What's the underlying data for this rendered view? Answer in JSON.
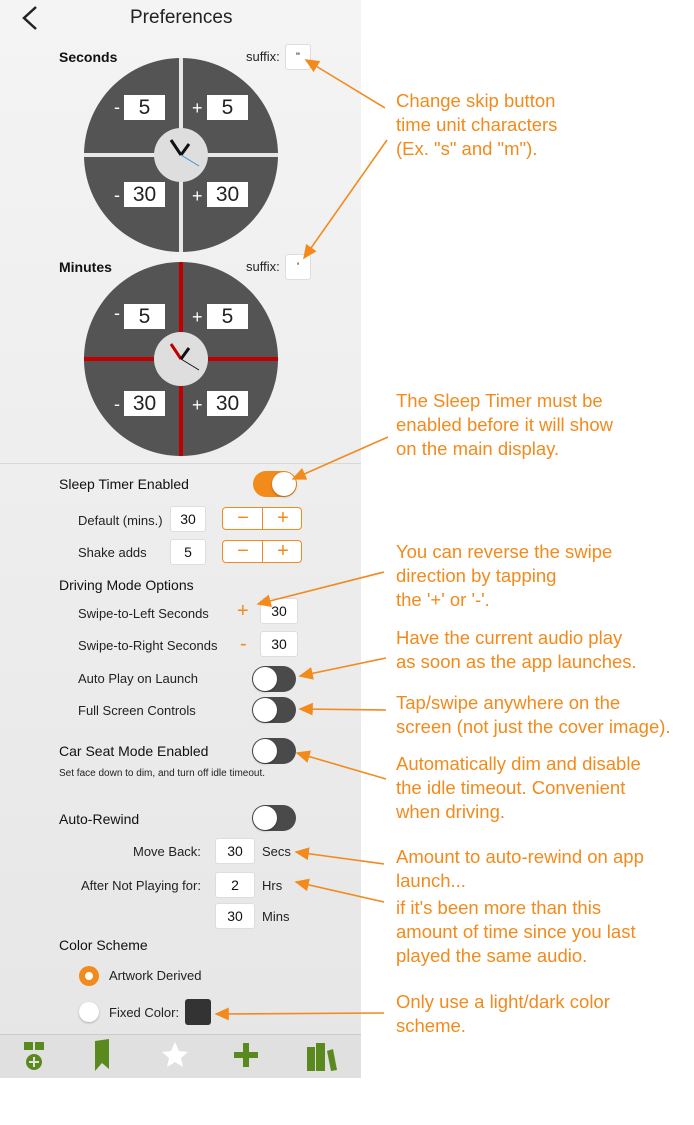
{
  "header": {
    "back_icon": "chevron-left-icon",
    "title": "Preferences"
  },
  "seconds": {
    "label": "Seconds",
    "suffix_label": "suffix:",
    "suffix_value": "\"",
    "minus_small": "-",
    "plus_small": "+",
    "small_value": "5",
    "minus_large": "-",
    "plus_large": "+",
    "large_value": "30"
  },
  "minutes": {
    "label": "Minutes",
    "suffix_label": "suffix:",
    "suffix_value": "'",
    "minus_small": "-",
    "plus_small": "+",
    "small_value": "5",
    "minus_large": "-",
    "plus_large": "+",
    "large_value": "30"
  },
  "sleep": {
    "label": "Sleep Timer Enabled",
    "enabled": true,
    "default_label": "Default (mins.)",
    "default_value": "30",
    "shake_label": "Shake adds",
    "shake_value": "5",
    "minus": "−",
    "plus": "+"
  },
  "driving": {
    "heading": "Driving Mode Options",
    "left_label": "Swipe-to-Left Seconds",
    "left_sign": "+",
    "left_value": "30",
    "right_label": "Swipe-to-Right Seconds",
    "right_sign": "-",
    "right_value": "30",
    "autoplay_label": "Auto Play on Launch",
    "fullscreen_label": "Full Screen Controls"
  },
  "carseat": {
    "label": "Car Seat Mode Enabled",
    "sub": "Set face down to dim, and turn off idle timeout."
  },
  "rewind": {
    "label": "Auto-Rewind",
    "move_label": "Move Back:",
    "move_value": "30",
    "move_unit": "Secs",
    "after_label": "After Not Playing for:",
    "hrs_value": "2",
    "hrs_unit": "Hrs",
    "mins_value": "30",
    "mins_unit": "Mins"
  },
  "color_scheme": {
    "heading": "Color Scheme",
    "option1": "Artwork Derived",
    "option2": "Fixed Color:",
    "fixed_color": "#333333",
    "accent": "#f28a1c"
  },
  "tabbar": {
    "icons": [
      "player-icon",
      "bookmark-icon",
      "star-icon",
      "plus-icon",
      "library-icon"
    ],
    "active_color": "#5a8a1e",
    "inactive_color": "#ffffff"
  },
  "notes": {
    "n1": [
      "Change skip button",
      "time unit characters",
      "(Ex. \"s\" and \"m\")."
    ],
    "n2": [
      "The Sleep Timer must be",
      "enabled before it will show",
      "on the main display."
    ],
    "n3": [
      "You can reverse the swipe",
      "direction by tapping",
      "the '+' or '-'."
    ],
    "n4": [
      "Have the current audio play",
      "as soon as the app launches."
    ],
    "n5": [
      "Tap/swipe anywhere on the",
      "screen (not just the cover image)."
    ],
    "n6": [
      "Automatically dim and disable",
      "the idle timeout. Convenient",
      "when driving."
    ],
    "n7": [
      "Amount to auto-rewind on app",
      "launch..."
    ],
    "n8": [
      "if it's been more than this",
      "amount of time since you last",
      "played the same audio."
    ],
    "n9": [
      "Only use a light/dark color",
      "scheme."
    ]
  }
}
